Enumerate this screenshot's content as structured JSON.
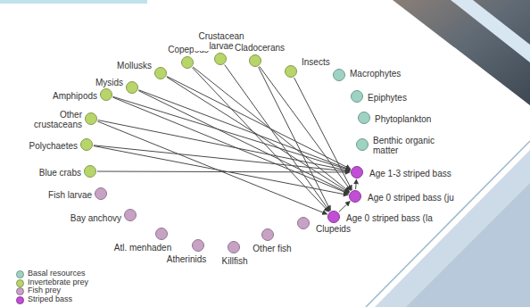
{
  "diagram": {
    "nodes": [
      {
        "text": [
          "Copepods"
        ]
      },
      {
        "text": [
          "Crustacean larvae"
        ]
      },
      {
        "text": [
          "Cladocerans"
        ]
      },
      {
        "text": [
          "Insects"
        ]
      },
      {
        "text": [
          "Macrophytes"
        ]
      },
      {
        "text": [
          "Epiphytes"
        ]
      },
      {
        "text": [
          "Phytoplankton"
        ]
      },
      {
        "text": [
          "Benthic organic matter"
        ]
      },
      {
        "text": [
          "Age 1-3 striped bass"
        ]
      },
      {
        "text": [
          "Age 0 striped bass (ju"
        ]
      },
      {
        "text": [
          "Age 0 striped bass (la"
        ]
      },
      {
        "text": [
          "Clupeids"
        ]
      },
      {
        "text": [
          "Other fish"
        ]
      },
      {
        "text": [
          "Killfish"
        ]
      },
      {
        "text": [
          "Atherinids"
        ]
      },
      {
        "text": [
          "Atl. menhaden"
        ]
      },
      {
        "text": [
          "Bay anchovy"
        ]
      },
      {
        "text": [
          "Fish larvae"
        ]
      },
      {
        "text": [
          "Blue crabs"
        ]
      },
      {
        "text": [
          "Polychaetes"
        ]
      },
      {
        "text": [
          "Other crustaceans"
        ]
      },
      {
        "text": [
          "Amphipods"
        ]
      },
      {
        "text": [
          "Mysids"
        ]
      },
      {
        "text": [
          "Mollusks"
        ]
      }
    ],
    "edges": [
      {
        "from": 22,
        "to": 8,
        "arrow": "to"
      },
      {
        "from": 21,
        "to": 8,
        "arrow": "to"
      },
      {
        "from": 20,
        "to": 8,
        "arrow": "to"
      },
      {
        "from": 19,
        "to": 8,
        "arrow": "to"
      },
      {
        "from": 18,
        "to": 8,
        "arrow": "to"
      },
      {
        "from": 23,
        "to": 8,
        "arrow": "to"
      },
      {
        "from": 0,
        "to": 10,
        "arrow": "to"
      },
      {
        "from": 1,
        "to": 10,
        "arrow": "to"
      },
      {
        "from": 2,
        "to": 10,
        "arrow": "to"
      },
      {
        "from": 20,
        "to": 10,
        "arrow": "to"
      },
      {
        "from": 3,
        "to": 9,
        "arrow": "to"
      },
      {
        "from": 22,
        "to": 9,
        "arrow": "to"
      },
      {
        "from": 21,
        "to": 9,
        "arrow": "to"
      },
      {
        "from": 19,
        "to": 9,
        "arrow": "to"
      },
      {
        "from": 0,
        "to": 9,
        "arrow": "to"
      },
      {
        "from": 2,
        "to": 9,
        "arrow": "to"
      },
      {
        "from": 23,
        "to": 9,
        "arrow": "to"
      },
      {
        "from": 10,
        "to": 9,
        "arrow": "to"
      },
      {
        "from": 9,
        "to": 8,
        "arrow": "to"
      }
    ],
    "legend": [
      {
        "text": "Basal resources",
        "color": "#9ed3c4"
      },
      {
        "text": "Invertebrate prey",
        "color": "#b8d56b"
      },
      {
        "text": "Fish prey",
        "color": "#c8a2c4"
      },
      {
        "text": "Striped bass",
        "color": "#c14fd6"
      }
    ]
  }
}
